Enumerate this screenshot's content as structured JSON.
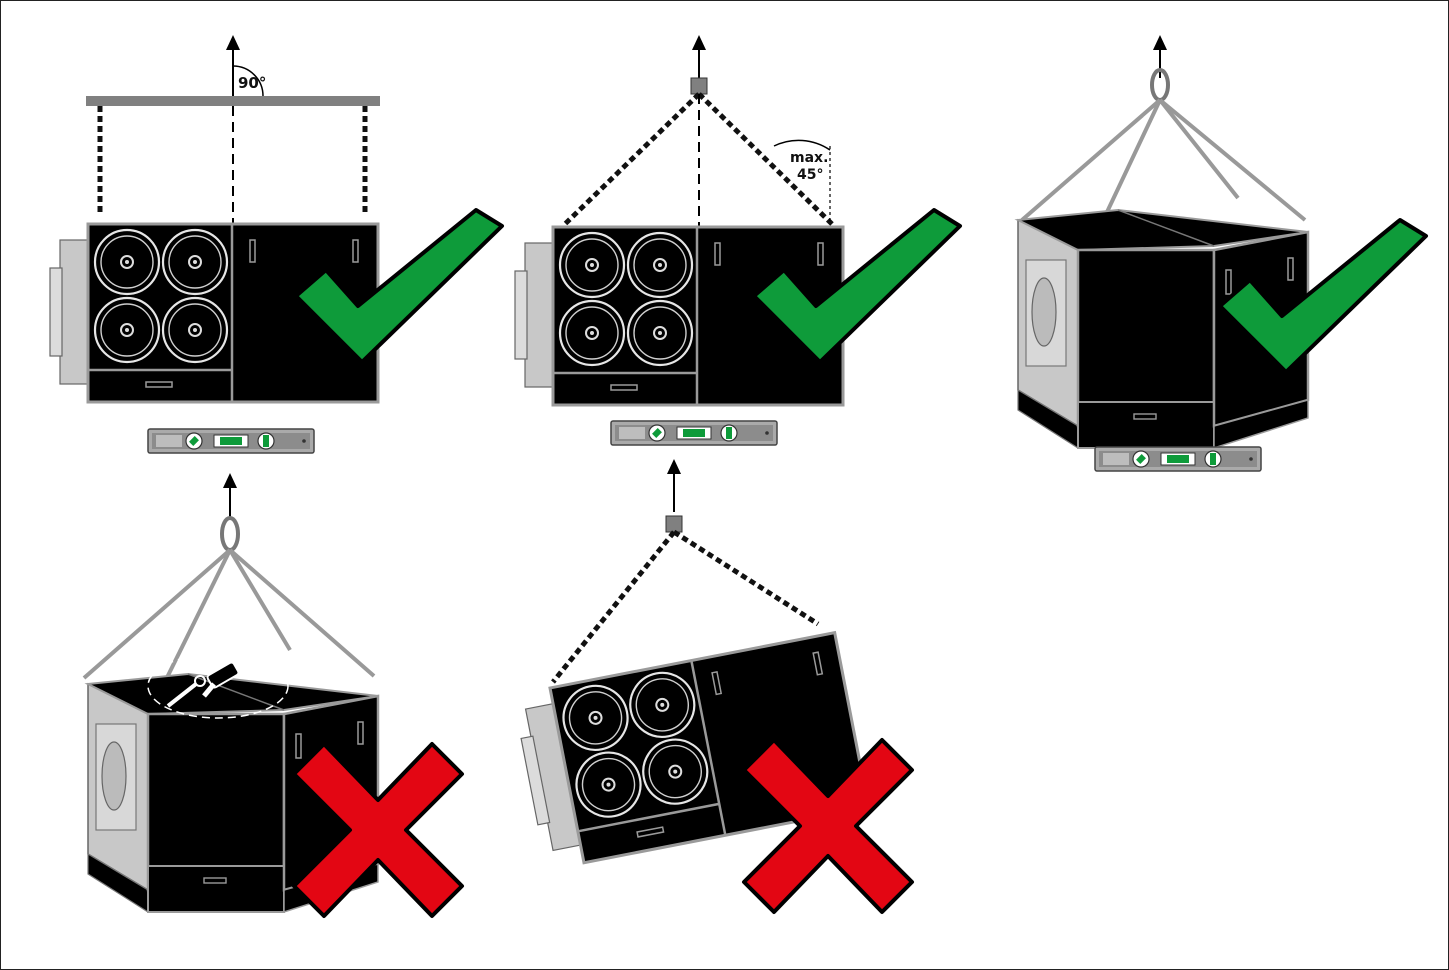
{
  "scenarios": [
    {
      "id": "spreader-beam",
      "status": "correct",
      "angle_label": "90°"
    },
    {
      "id": "two-leg-chain",
      "status": "correct",
      "angle_label_line1": "max.",
      "angle_label_line2": "45°"
    },
    {
      "id": "four-leg-sling",
      "status": "correct"
    },
    {
      "id": "four-leg-sling-on-roof",
      "status": "incorrect"
    },
    {
      "id": "two-leg-chain-tilted",
      "status": "incorrect"
    }
  ],
  "colors": {
    "check": "#0e9b3a",
    "cross": "#e30613",
    "unit_body": "#000000",
    "unit_frame": "#9a9a9a",
    "beam": "#808080",
    "level_green": "#0e9b3a"
  },
  "icons": [
    "check-icon",
    "cross-icon",
    "spirit-level-icon",
    "lift-arrow-icon",
    "tools-icon"
  ]
}
